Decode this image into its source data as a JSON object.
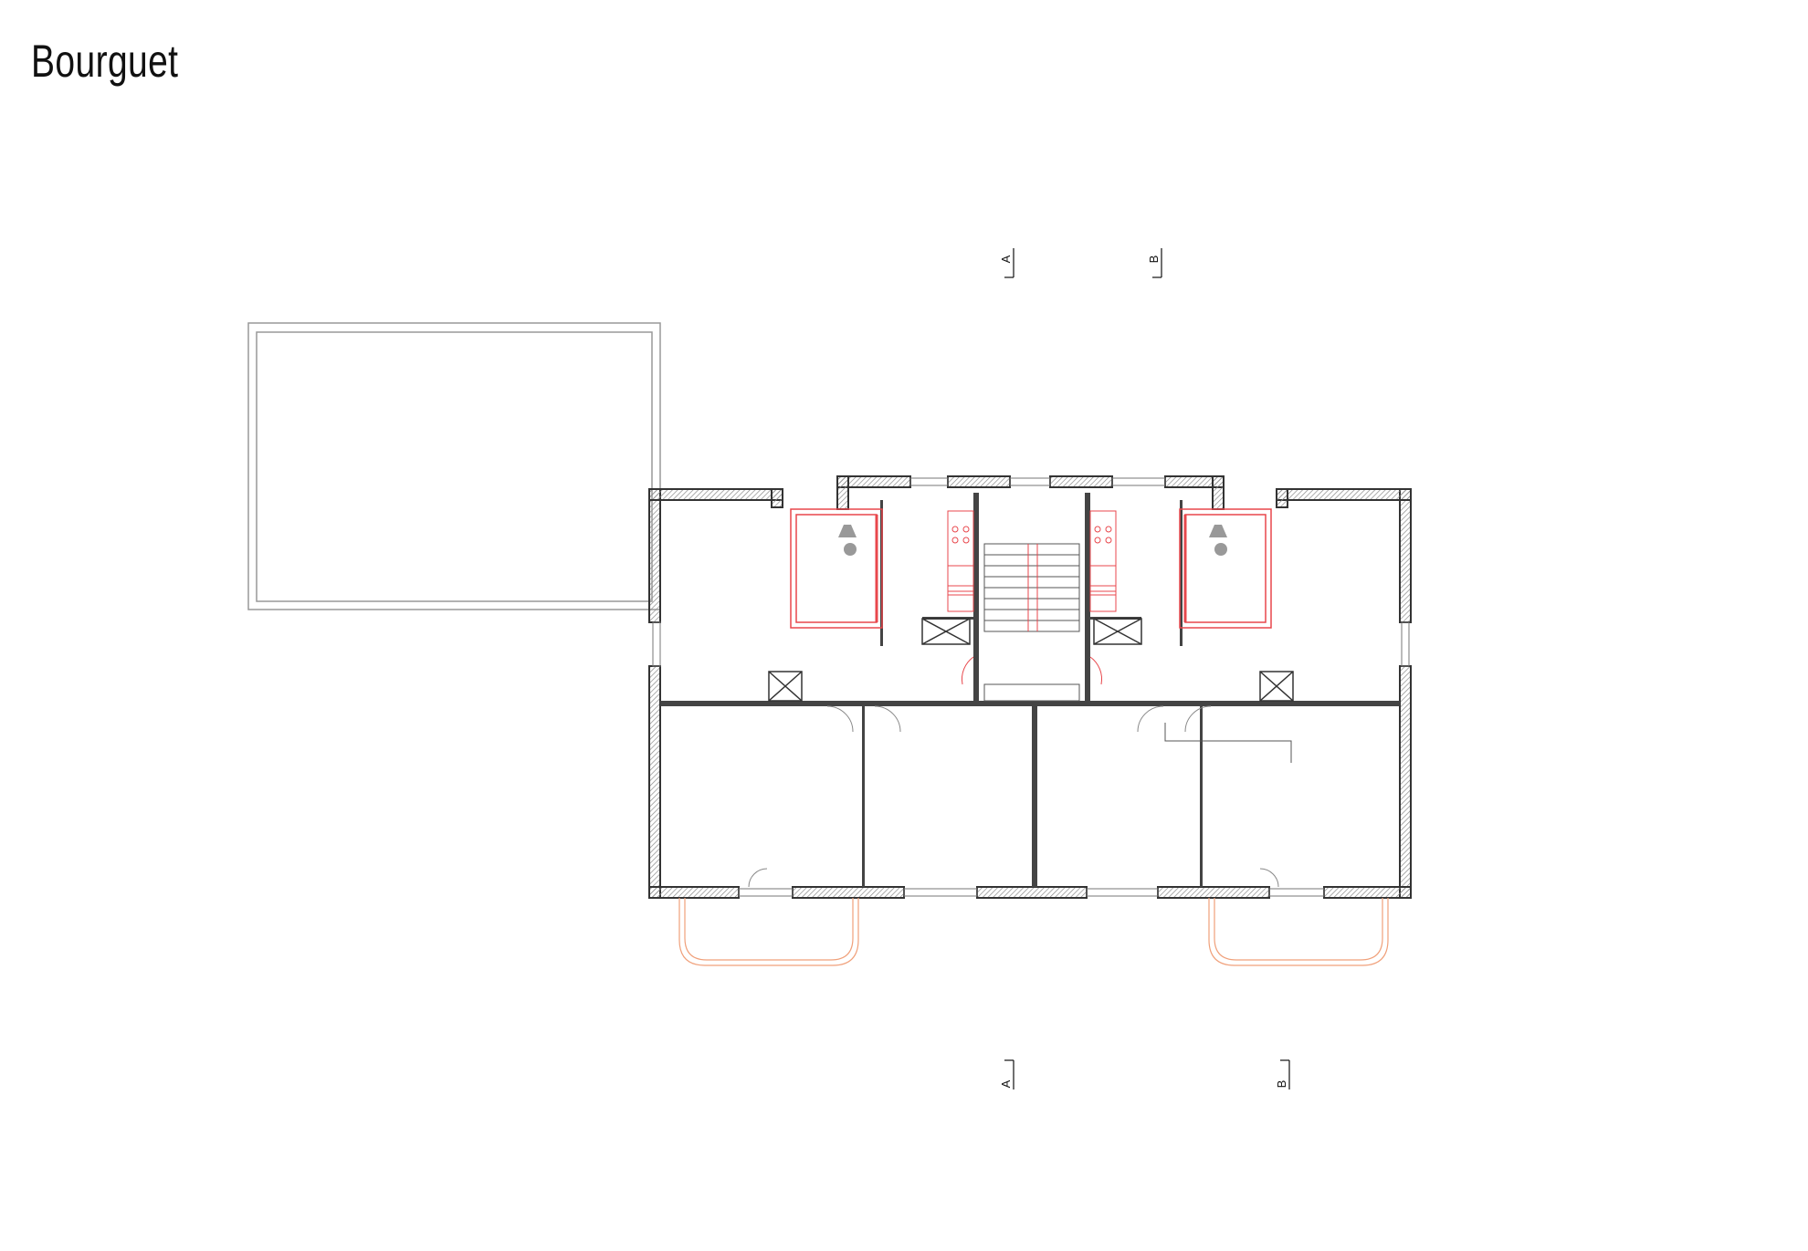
{
  "title": "Bourguet",
  "section_marks": {
    "a_top": "A",
    "b_top": "B",
    "a_bottom": "A",
    "b_bottom": "B"
  },
  "colors": {
    "wall": "#333333",
    "hatch": "#8a8a8a",
    "thin_line": "#555555",
    "wet_area": "#e8474c",
    "balcony": "#f0a07a",
    "terrace": "#999999"
  }
}
